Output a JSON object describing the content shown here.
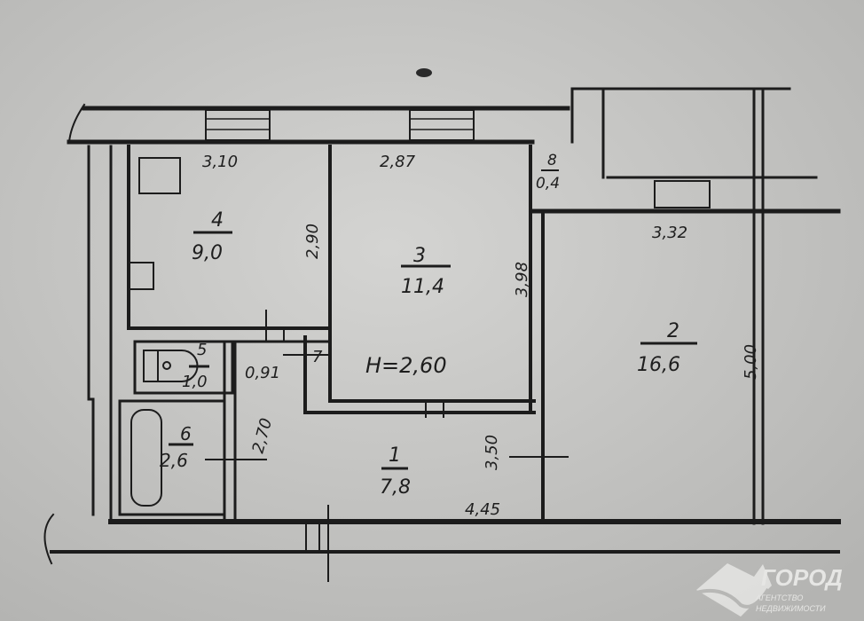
{
  "plan": {
    "ceiling_height": "H=2,60",
    "rooms": [
      {
        "number": "1",
        "area": "7,8"
      },
      {
        "number": "2",
        "area": "16,6"
      },
      {
        "number": "3",
        "area": "11,4"
      },
      {
        "number": "4",
        "area": "9,0"
      },
      {
        "number": "5",
        "area": "1,0"
      },
      {
        "number": "6",
        "area": "2,6"
      },
      {
        "number": "7"
      },
      {
        "number": "8",
        "area": "0,4"
      }
    ],
    "dimensions": {
      "kitchen_width": "3,10",
      "kitchen_depth": "2,90",
      "room3_width": "2,87",
      "room3_depth": "3,98",
      "room2_width": "3,32",
      "room2_depth": "5,00",
      "wc_width": "0,91",
      "bath_depth": "2,70",
      "hall_depth": "3,50",
      "hall_width": "4,45"
    }
  },
  "watermark": {
    "brand": "ГОРОД",
    "line1": "АГЕНТСТВО",
    "line2": "НЕДВИЖИМОСТИ"
  },
  "colors": {
    "paper": "#c8c8c6",
    "ink": "#1c1c1c",
    "watermark": "#e6e6e4"
  }
}
